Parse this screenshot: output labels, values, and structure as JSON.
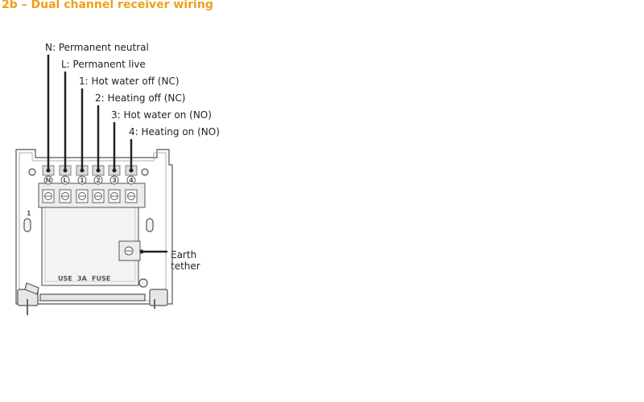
{
  "title": "2b – Dual channel receiver wiring",
  "terminals": [
    {
      "symbol": "N",
      "label": "N: Permanent neutral"
    },
    {
      "symbol": "L",
      "label": "L: Permanent live"
    },
    {
      "symbol": "1",
      "label": "1: Hot water off (NC)"
    },
    {
      "symbol": "2",
      "label": "2: Heating off (NC)"
    },
    {
      "symbol": "3",
      "label": "3: Hot water on (NO)"
    },
    {
      "symbol": "4",
      "label": "4: Heating on (NO)"
    }
  ],
  "earth": {
    "line1": "Earth",
    "line2": "tether"
  },
  "plate": {
    "side_number": "1",
    "fuse_1": "USE",
    "fuse_2": "3A",
    "fuse_3": "FUSE"
  },
  "colors": {
    "title": "#f0a01a",
    "lines": "#222222"
  }
}
